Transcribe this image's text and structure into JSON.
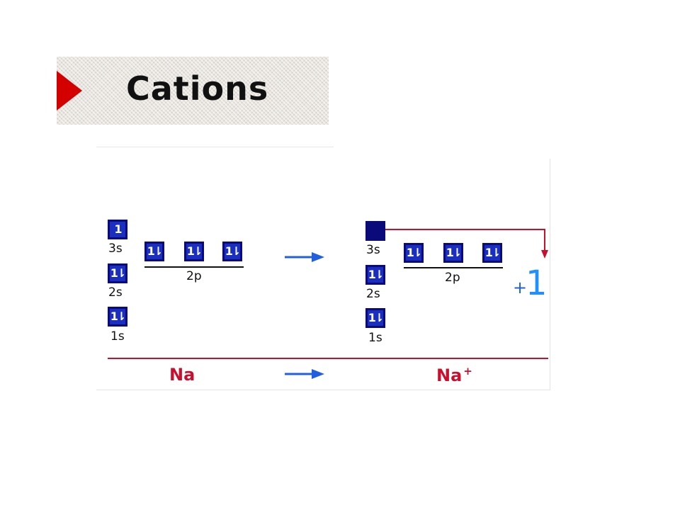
{
  "header": {
    "title": "Cations",
    "arrow_color": "#d40000"
  },
  "diagram": {
    "left": {
      "orbitals": [
        {
          "label": "3s",
          "electrons": "1"
        },
        {
          "label": "2s",
          "electrons": "1⇂"
        },
        {
          "label": "1s",
          "electrons": "1⇂"
        }
      ],
      "p_orbitals": {
        "label": "2p",
        "electrons": [
          "1⇂",
          "1⇂",
          "1⇂"
        ]
      },
      "species": "Na"
    },
    "right": {
      "orbitals": [
        {
          "label": "3s",
          "electrons": ""
        },
        {
          "label": "2s",
          "electrons": "1⇂"
        },
        {
          "label": "1s",
          "electrons": "1⇂"
        }
      ],
      "p_orbitals": {
        "label": "2p",
        "electrons": [
          "1⇂",
          "1⇂",
          "1⇂"
        ]
      },
      "species": "Na",
      "species_charge": "+"
    },
    "removed_electron": {
      "sign": "+",
      "electron": "1"
    },
    "colors": {
      "box": "#0a0a7a",
      "box_fill": "#1a2fbf",
      "arrow": "#2060e0",
      "species": "#c8102e",
      "transfer_arrow": "#c8102e"
    }
  }
}
